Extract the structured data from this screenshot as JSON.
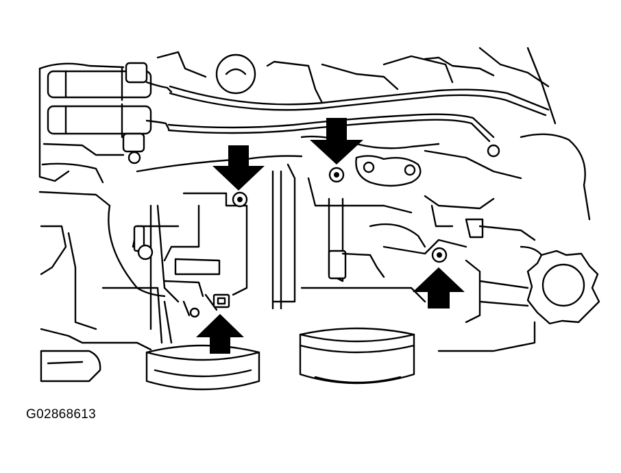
{
  "figure": {
    "id_label": "G02868613"
  },
  "colors": {
    "line": "#000000",
    "background": "#ffffff"
  },
  "callouts": [
    {
      "name": "arrow-pointing-down",
      "target": "bolt"
    },
    {
      "name": "arrow-pointing-down",
      "target": "bolt"
    },
    {
      "name": "arrow-pointing-up",
      "target": "bolt"
    },
    {
      "name": "arrow-pointing-up",
      "target": "clip"
    }
  ]
}
